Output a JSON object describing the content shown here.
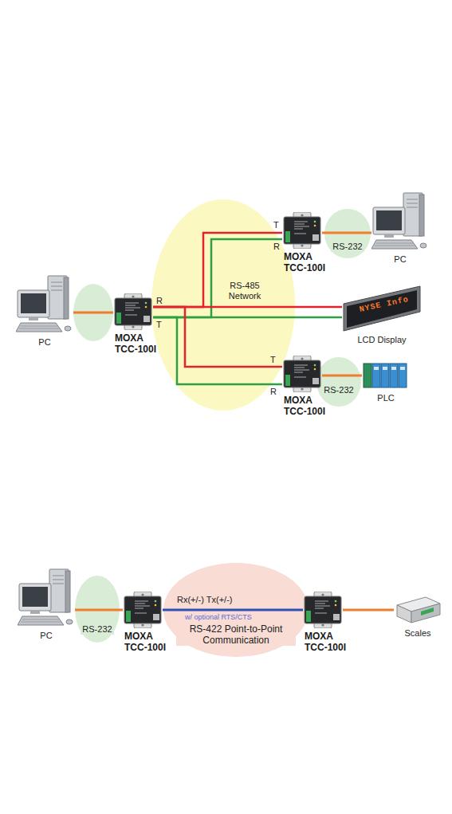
{
  "diagram": {
    "nodes": [
      {
        "text": [
          "PC"
        ]
      },
      {
        "text": [
          "MOXA TCC-100I"
        ]
      },
      {
        "text": [
          "RS-485 Network"
        ]
      },
      {
        "text": [
          "MOXA TCC-100I"
        ]
      },
      {
        "text": [
          "RS-232"
        ]
      },
      {
        "text": [
          "PC"
        ]
      },
      {
        "text": [
          "LCD Display"
        ]
      },
      {
        "text": [
          "MOXA TCC-100I"
        ]
      },
      {
        "text": [
          "RS-232"
        ]
      },
      {
        "text": [
          "PLC"
        ]
      },
      {
        "text": [
          "PC"
        ]
      },
      {
        "text": [
          "RS-232"
        ]
      },
      {
        "text": [
          "MOXA TCC-100I"
        ]
      },
      {
        "text": [
          "RS-422 Point-to-Point Communication"
        ]
      },
      {
        "text": [
          "MOXA TCC-100I"
        ]
      },
      {
        "text": [
          "Scales"
        ]
      }
    ],
    "edges": [
      {
        "from": 0,
        "to": 1,
        "arrow": "none"
      },
      {
        "from": 1,
        "to": 3,
        "arrow": "none"
      },
      {
        "from": 1,
        "to": 3,
        "arrow": "none"
      },
      {
        "from": 1,
        "to": 6,
        "arrow": "none"
      },
      {
        "from": 1,
        "to": 6,
        "arrow": "none"
      },
      {
        "from": 1,
        "to": 7,
        "arrow": "none"
      },
      {
        "from": 1,
        "to": 7,
        "arrow": "none"
      },
      {
        "from": 3,
        "to": 5,
        "arrow": "none"
      },
      {
        "from": 7,
        "to": 9,
        "arrow": "none"
      },
      {
        "from": 10,
        "to": 12,
        "arrow": "none"
      },
      {
        "from": 12,
        "to": 14,
        "arrow": "none"
      },
      {
        "from": 14,
        "to": 15,
        "arrow": "none"
      }
    ],
    "labels": [
      "R",
      "T",
      "T",
      "R",
      "NYSE Info",
      "T",
      "R",
      "Rx(+/-) Tx(+/-)",
      "w/ optional RTS/CTS"
    ]
  }
}
